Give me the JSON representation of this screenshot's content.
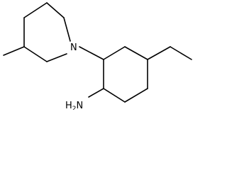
{
  "molecule": {
    "atoms": {
      "nitrogen": "N",
      "amine": {
        "main": "H",
        "subscript": "2",
        "element": "N"
      }
    },
    "colors": {
      "bond": "#000000",
      "label": "#000000",
      "background": "#ffffff"
    }
  }
}
